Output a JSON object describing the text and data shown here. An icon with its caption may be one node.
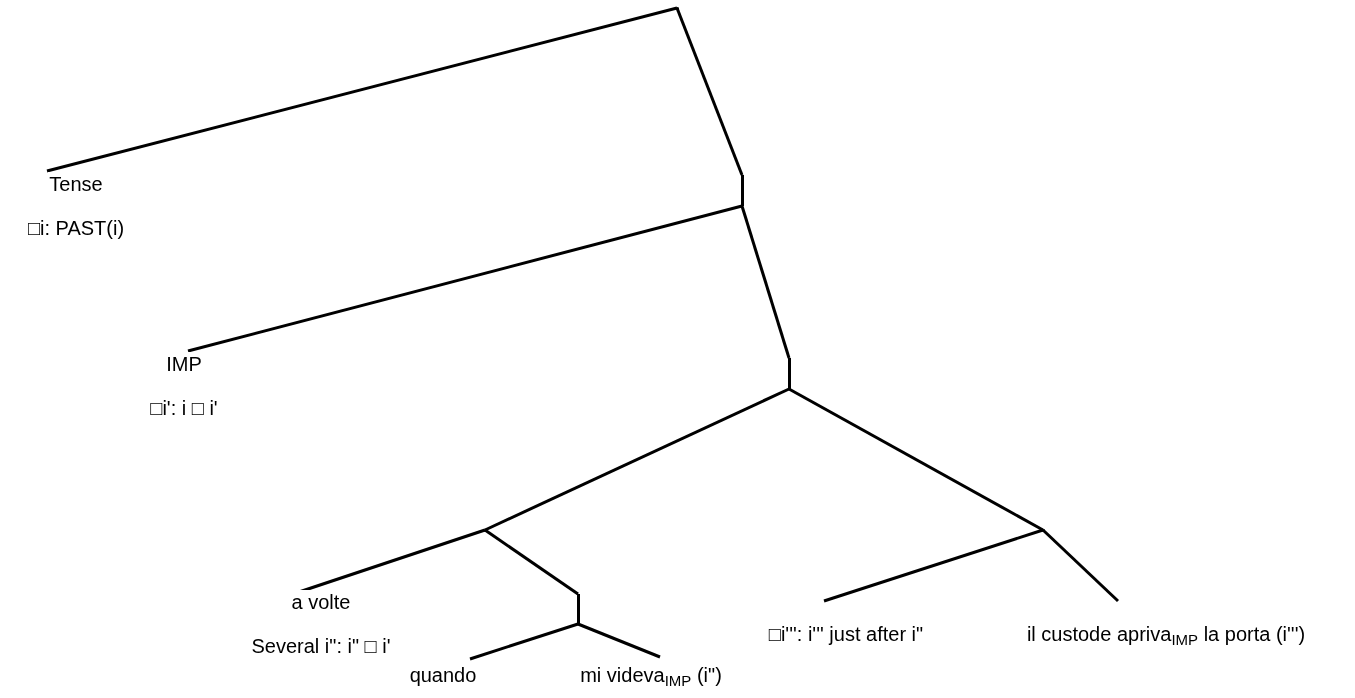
{
  "diagram": {
    "nodes": [
      {
        "text": [],
        "shape": "point"
      },
      {
        "text": [
          "Tense",
          "□i: PAST(i)"
        ]
      },
      {
        "text": [],
        "shape": "bar"
      },
      {
        "text": [
          "IMP",
          "□i': i □ i'"
        ]
      },
      {
        "text": [],
        "shape": "bar"
      },
      {
        "text": [],
        "shape": "point"
      },
      {
        "text": [
          "a volte",
          "Several i\": i\" □ i'"
        ]
      },
      {
        "text": [],
        "shape": "bar"
      },
      {
        "text": [
          "quando"
        ]
      },
      {
        "text": [
          "mi videva$_{IMP}$ (i\")"
        ]
      },
      {
        "text": [],
        "shape": "point"
      },
      {
        "text": [
          "□i''': i''' just after i\""
        ]
      },
      {
        "text": [
          "il custode apriva$_{IMP}$ la porta (i''')"
        ]
      }
    ],
    "edges": [
      {
        "from": 0,
        "to": 1,
        "arrow": "none"
      },
      {
        "from": 0,
        "to": 2,
        "arrow": "none"
      },
      {
        "from": 2,
        "to": 3,
        "arrow": "none"
      },
      {
        "from": 2,
        "to": 4,
        "arrow": "none"
      },
      {
        "from": 4,
        "to": 5,
        "arrow": "none"
      },
      {
        "from": 4,
        "to": 10,
        "arrow": "none"
      },
      {
        "from": 5,
        "to": 6,
        "arrow": "none"
      },
      {
        "from": 5,
        "to": 7,
        "arrow": "none"
      },
      {
        "from": 7,
        "to": 8,
        "arrow": "none"
      },
      {
        "from": 7,
        "to": 9,
        "arrow": "none"
      },
      {
        "from": 10,
        "to": 11,
        "arrow": "none"
      },
      {
        "from": 10,
        "to": 12,
        "arrow": "none"
      }
    ]
  }
}
